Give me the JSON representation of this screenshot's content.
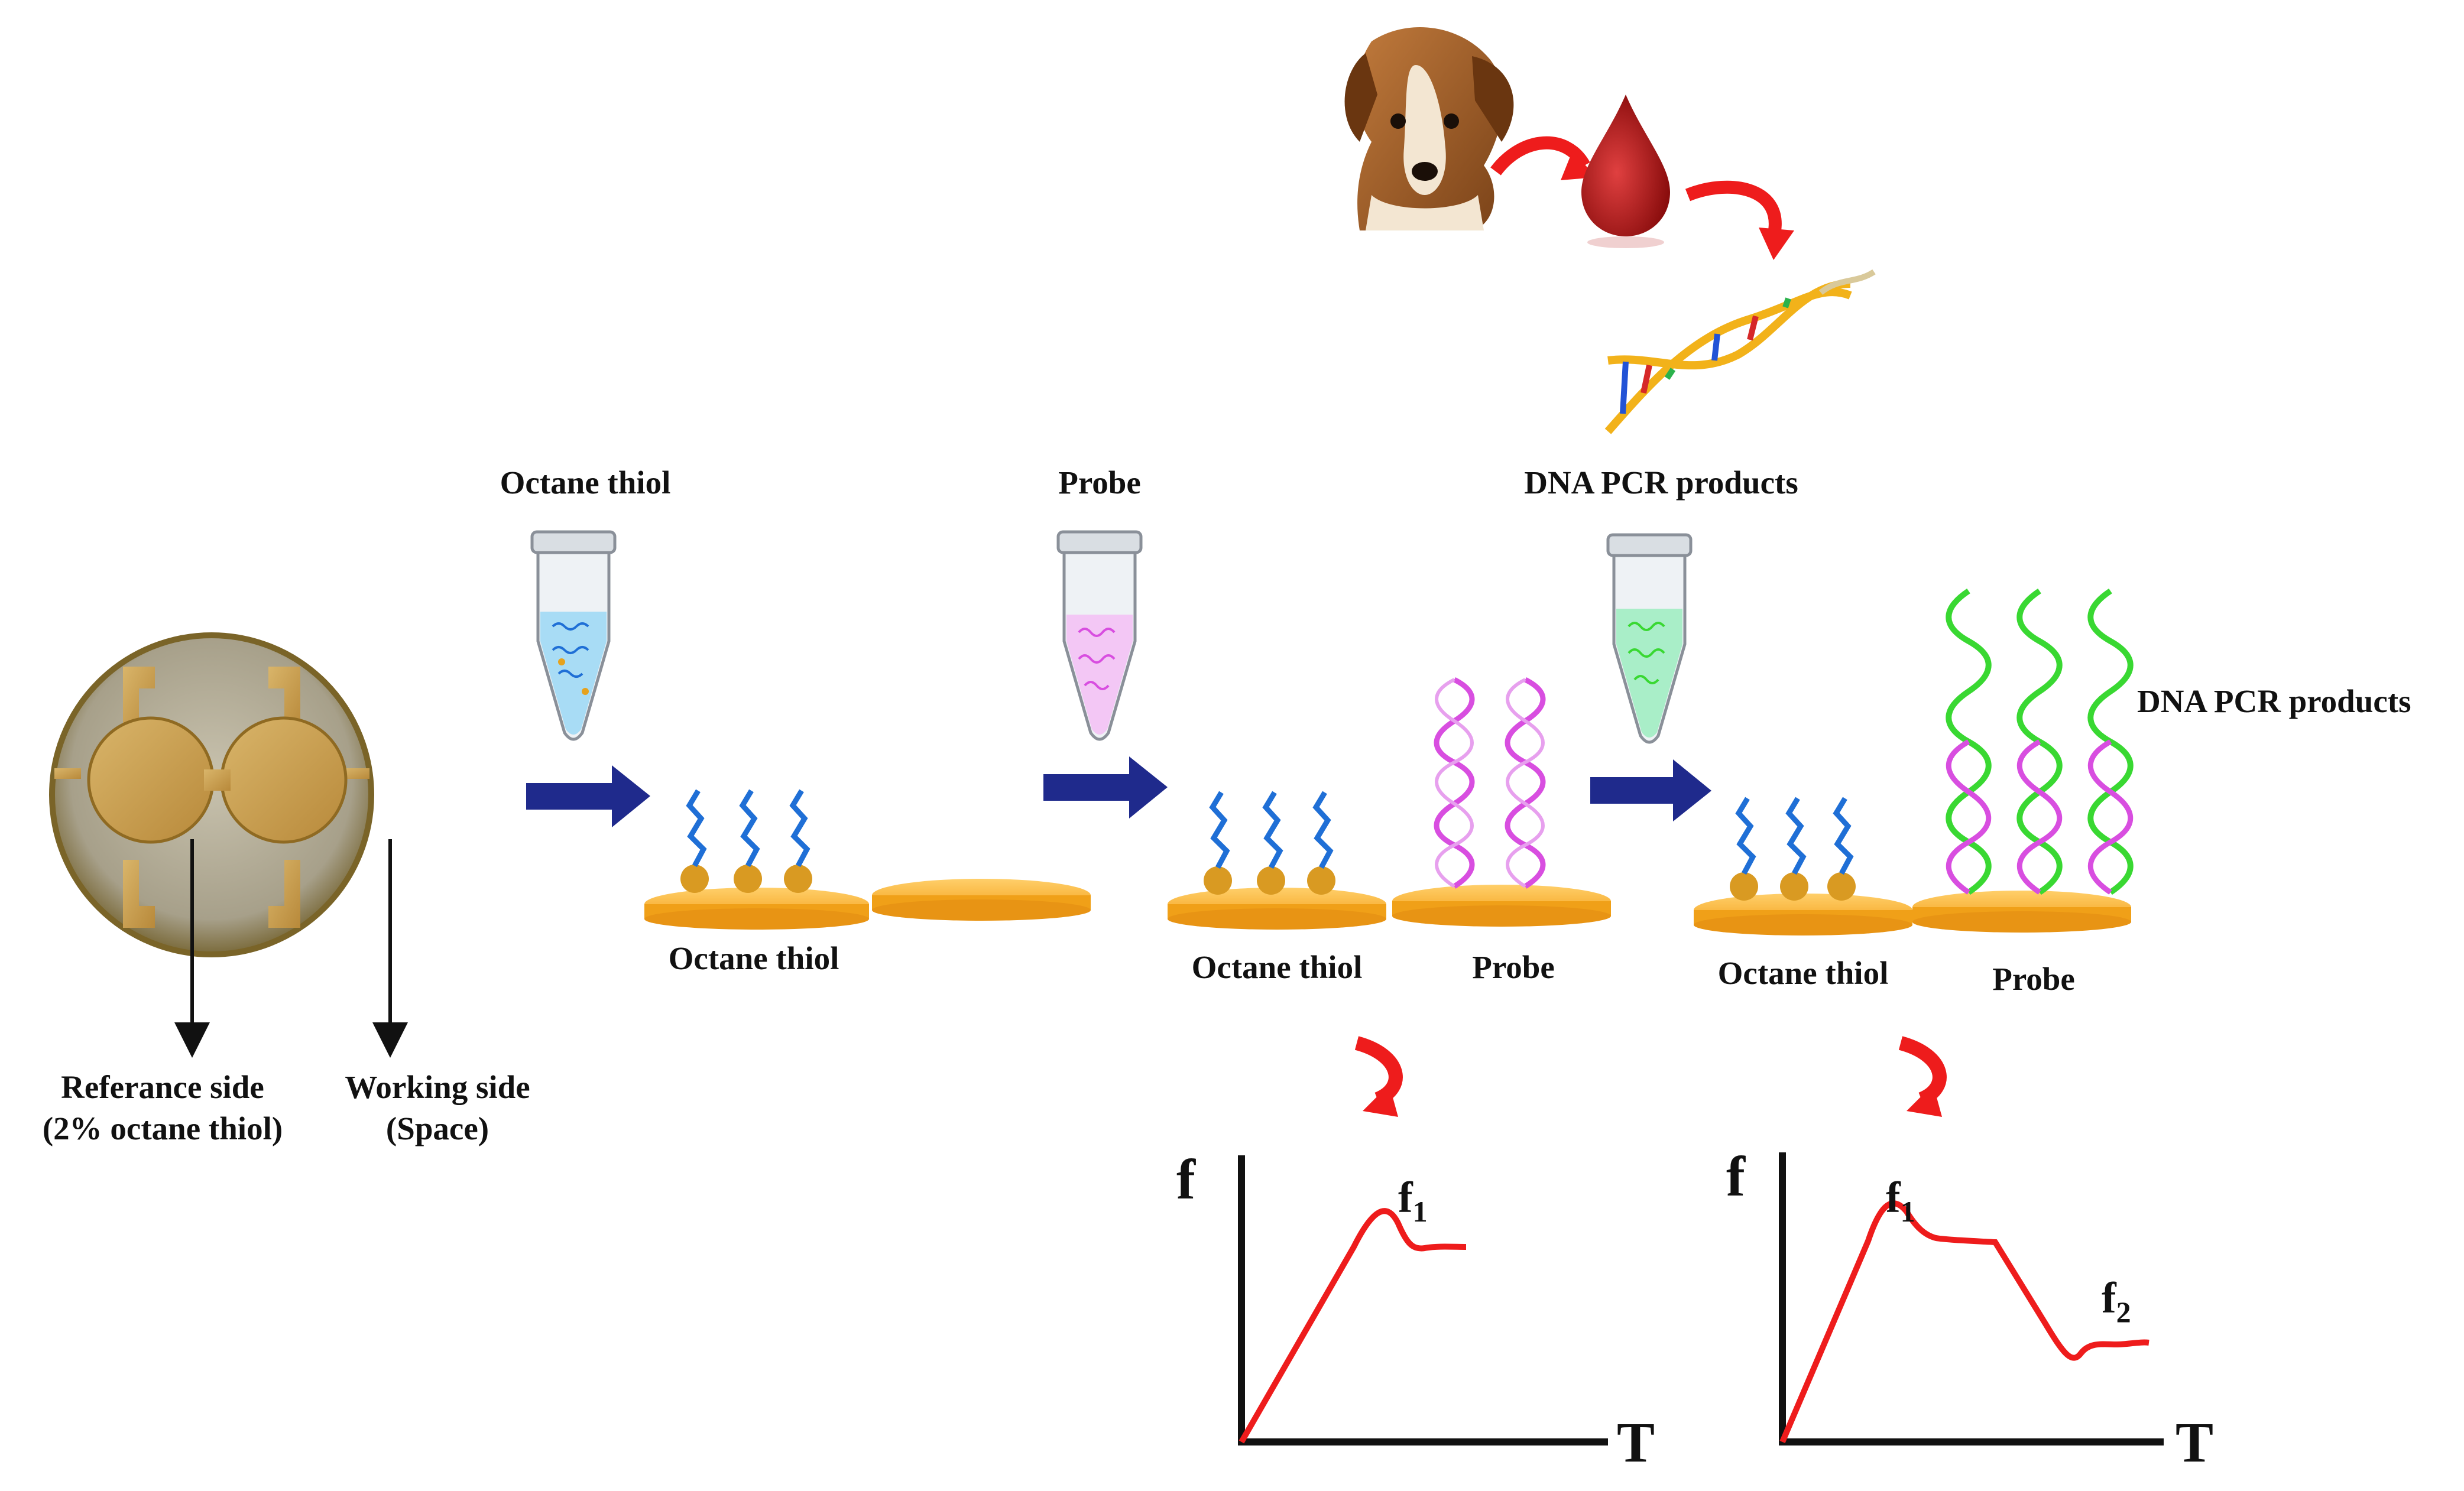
{
  "electrode": {
    "reference_label_line1": "Referance side",
    "reference_label_line2": "(2% octane thiol)",
    "working_label_line1": "Working side",
    "working_label_line2": "(Space)"
  },
  "steps": {
    "step1_reagent": "Octane thiol",
    "step2_reagent": "Probe",
    "step3_reagent": "DNA PCR products"
  },
  "surfaces": {
    "stage1_left": "Octane thiol",
    "stage2_left": "Octane thiol",
    "stage2_right": "Probe",
    "stage3_left": "Octane thiol",
    "stage3_right": "Probe",
    "stage3_hybrid": "DNA PCR products"
  },
  "graphs": {
    "y_axis": "f",
    "x_axis": "T",
    "graph1_peak": "f",
    "graph1_peak_sub": "1",
    "graph2_peak1": "f",
    "graph2_peak1_sub": "1",
    "graph2_peak2": "f",
    "graph2_peak2_sub": "2"
  },
  "colors": {
    "arrow_blue": "#1f2a8c",
    "curve_red": "#ee1c1c",
    "disk_orange": "#f5a623",
    "thiol_blue": "#1f6fd6",
    "probe_magenta": "#d84ee0",
    "target_green": "#39d832"
  },
  "icons": [
    "dog-icon",
    "blood-drop-icon",
    "dna-helix-icon",
    "tube-icon",
    "sensor-chip-icon"
  ]
}
